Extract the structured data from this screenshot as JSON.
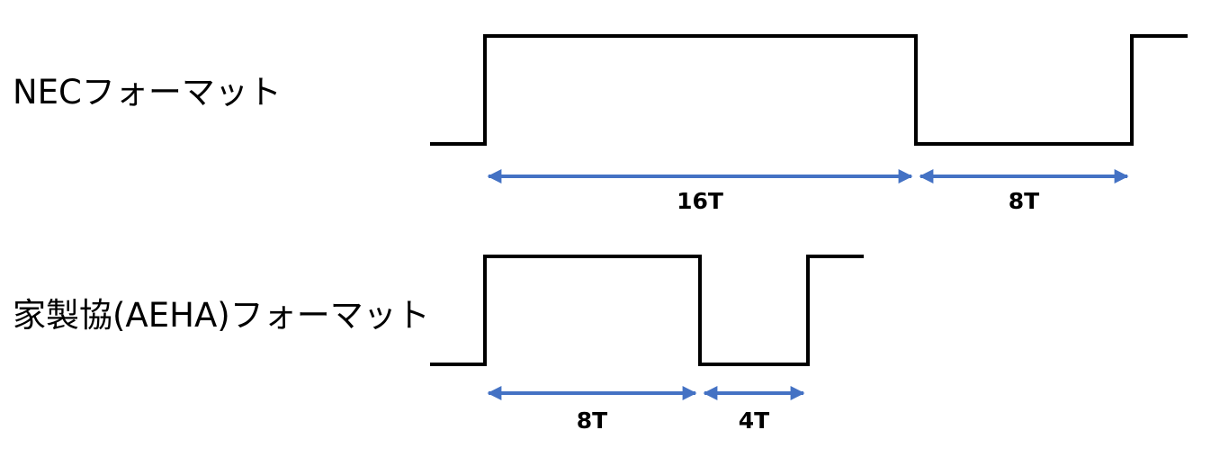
{
  "formats": [
    {
      "label": "NECフォーマット",
      "durations": [
        "16T",
        "8T"
      ]
    },
    {
      "label": "家製協(AEHA)フォーマット",
      "durations": [
        "8T",
        "4T"
      ]
    }
  ],
  "colors": {
    "signal": "#000000",
    "arrow": "#4472c4"
  }
}
